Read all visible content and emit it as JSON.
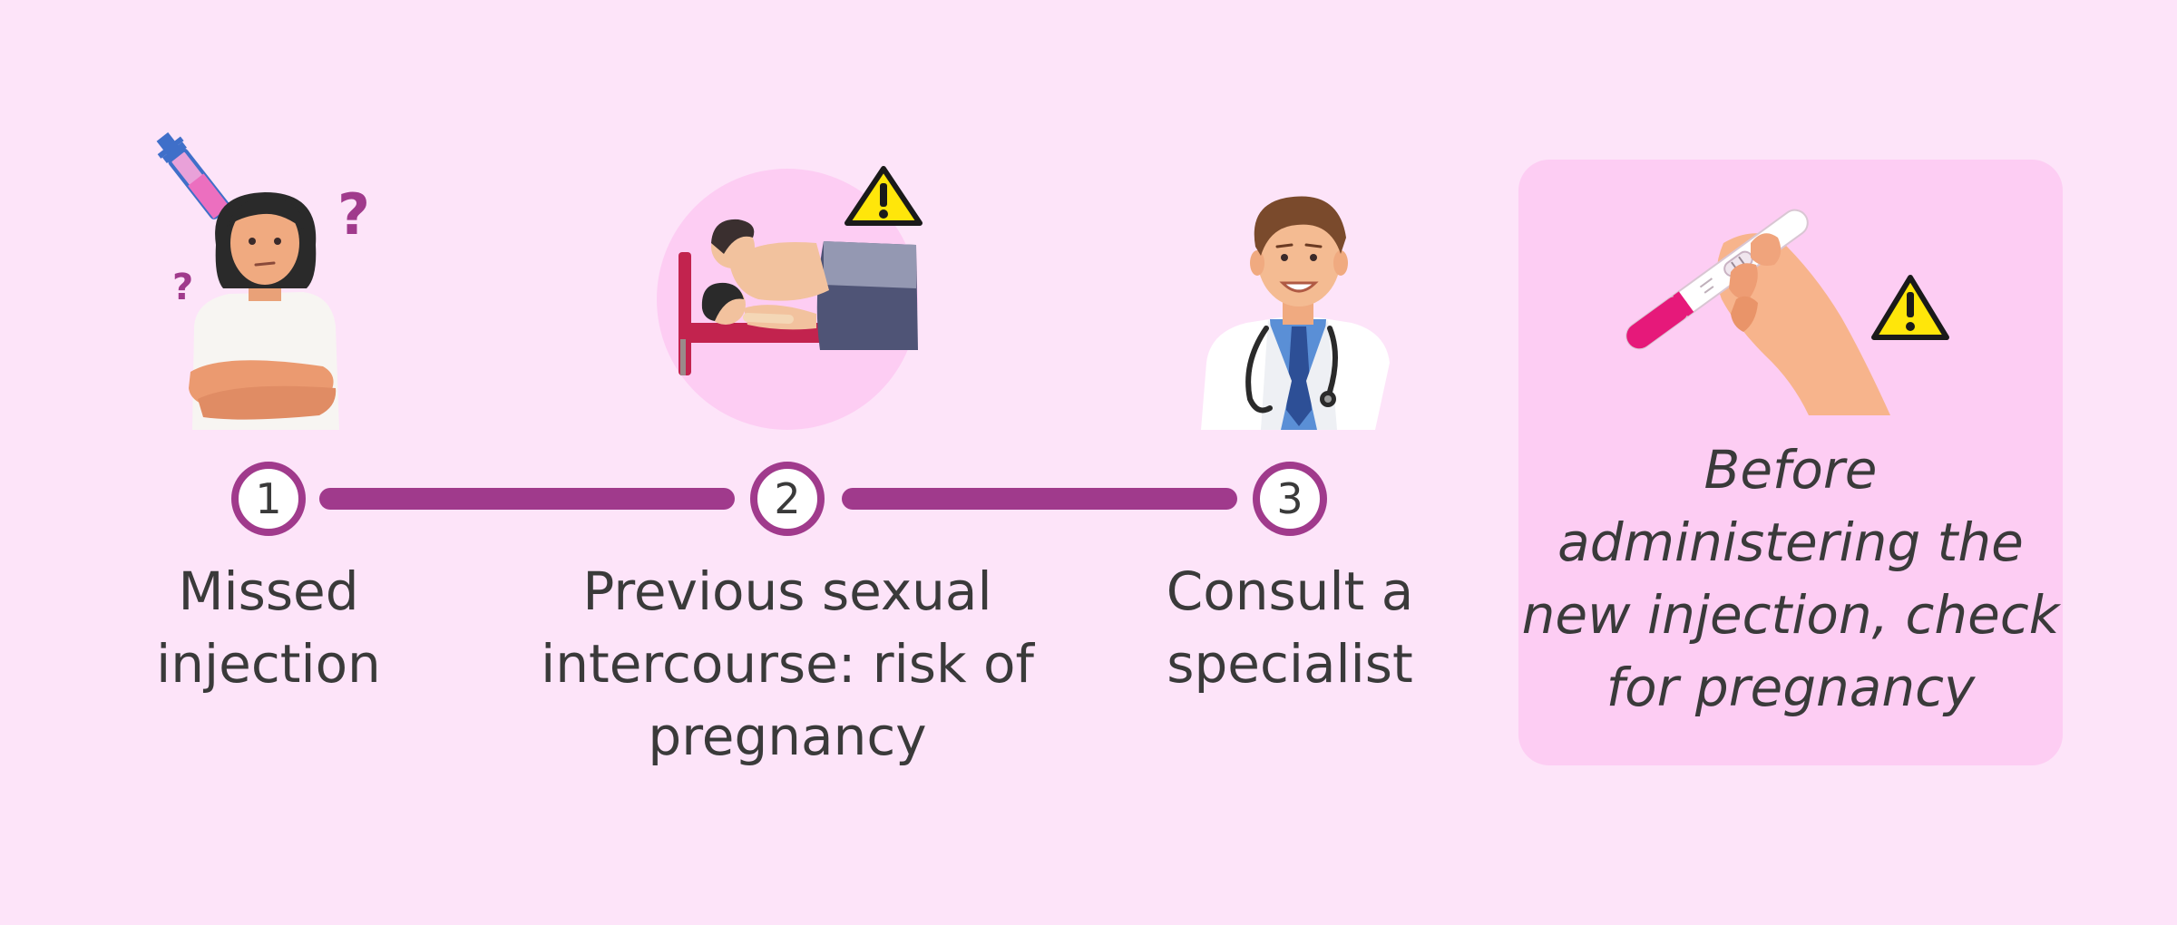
{
  "colors": {
    "background": "#fde4f9",
    "accent": "#a03a8c",
    "panel": "#fdcdf3",
    "text": "#3a3a3a",
    "warning": "#ffe60a"
  },
  "steps": [
    {
      "number": "1",
      "label": "Missed\ninjection",
      "icon": "confused-woman-syringe-icon"
    },
    {
      "number": "2",
      "label": "Previous sexual\nintercourse: risk of\npregnancy",
      "icon": "couple-in-bed-warning-icon"
    },
    {
      "number": "3",
      "label": "Consult a\nspecialist",
      "icon": "doctor-icon"
    }
  ],
  "note": {
    "text": "Before administering the new injection, check for pregnancy",
    "icon": "pregnancy-test-warning-icon"
  }
}
